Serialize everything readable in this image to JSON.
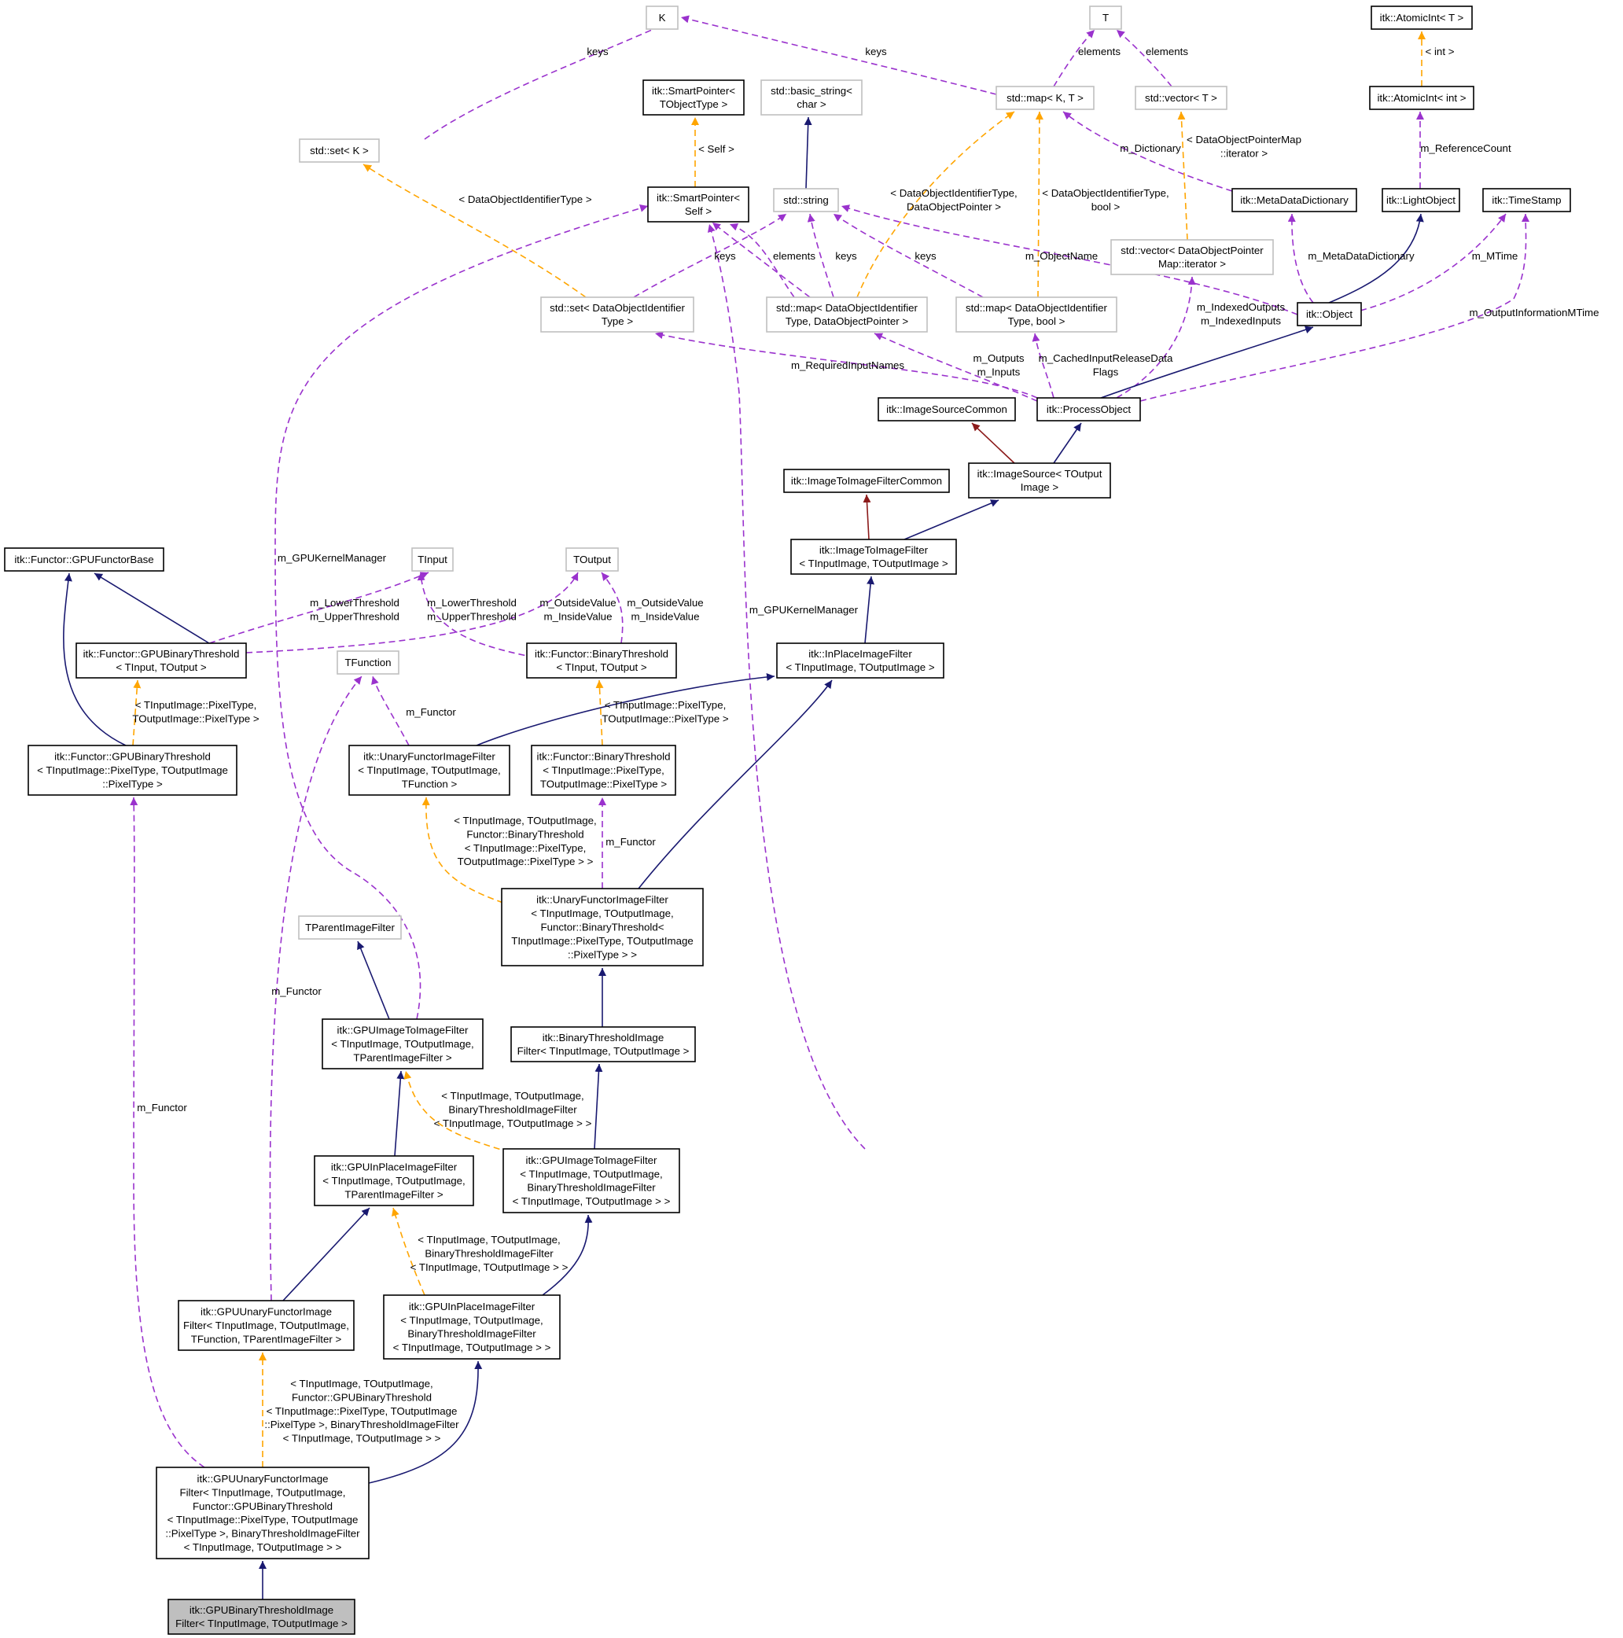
{
  "diagram": {
    "colors": {
      "inheritance": "#191970",
      "usage": "#9a32cd",
      "template": "#ffa500",
      "protected_inheritance": "#8b1a1a",
      "documented_border": "#000000",
      "undocumented_border": "#bfbfbf",
      "focus_fill": "#bfbfbf"
    },
    "nodes": [
      {
        "id": "K",
        "lines": [
          "K"
        ],
        "documented": false
      },
      {
        "id": "T",
        "lines": [
          "T"
        ],
        "documented": false
      },
      {
        "id": "AtomicIntT",
        "lines": [
          "itk::AtomicInt< T >"
        ],
        "documented": true
      },
      {
        "id": "SmartPointerTObj",
        "lines": [
          "itk::SmartPointer<",
          "TObjectType >"
        ],
        "documented": true
      },
      {
        "id": "basicString",
        "lines": [
          "std::basic_string<",
          "char >"
        ],
        "documented": false
      },
      {
        "id": "mapKT",
        "lines": [
          "std::map< K, T >"
        ],
        "documented": false
      },
      {
        "id": "vectorT",
        "lines": [
          "std::vector< T >"
        ],
        "documented": false
      },
      {
        "id": "AtomicIntInt",
        "lines": [
          "itk::AtomicInt< int >"
        ],
        "documented": true
      },
      {
        "id": "setK",
        "lines": [
          "std::set< K >"
        ],
        "documented": false
      },
      {
        "id": "SmartPointerSelf",
        "lines": [
          "itk::SmartPointer<",
          "Self >"
        ],
        "documented": true
      },
      {
        "id": "stdString",
        "lines": [
          "std::string"
        ],
        "documented": false
      },
      {
        "id": "MetaDataDictionary",
        "lines": [
          "itk::MetaDataDictionary"
        ],
        "documented": true
      },
      {
        "id": "LightObject",
        "lines": [
          "itk::LightObject"
        ],
        "documented": true
      },
      {
        "id": "TimeStamp",
        "lines": [
          "itk::TimeStamp"
        ],
        "documented": true
      },
      {
        "id": "vectorDOPM",
        "lines": [
          "std::vector< DataObjectPointer",
          "Map::iterator >"
        ],
        "documented": false
      },
      {
        "id": "setDOIT",
        "lines": [
          "std::set< DataObjectIdentifier",
          "Type >"
        ],
        "documented": false
      },
      {
        "id": "mapDOIT_DOP",
        "lines": [
          "std::map< DataObjectIdentifier",
          "Type, DataObjectPointer >"
        ],
        "documented": false
      },
      {
        "id": "mapDOIT_bool",
        "lines": [
          "std::map< DataObjectIdentifier",
          "Type, bool >"
        ],
        "documented": false
      },
      {
        "id": "Object",
        "lines": [
          "itk::Object"
        ],
        "documented": true
      },
      {
        "id": "ImageSourceCommon",
        "lines": [
          "itk::ImageSourceCommon"
        ],
        "documented": true
      },
      {
        "id": "ProcessObject",
        "lines": [
          "itk::ProcessObject"
        ],
        "documented": true
      },
      {
        "id": "ImageToImageFilterCommon",
        "lines": [
          "itk::ImageToImageFilterCommon"
        ],
        "documented": true
      },
      {
        "id": "ImageSource",
        "lines": [
          "itk::ImageSource< TOutput",
          "Image >"
        ],
        "documented": true
      },
      {
        "id": "GPUFunctorBase",
        "lines": [
          "itk::Functor::GPUFunctorBase"
        ],
        "documented": true
      },
      {
        "id": "TInput",
        "lines": [
          "TInput"
        ],
        "documented": false
      },
      {
        "id": "TOutput",
        "lines": [
          "TOutput"
        ],
        "documented": false
      },
      {
        "id": "ImageToImageFilter",
        "lines": [
          "itk::ImageToImageFilter",
          "< TInputImage, TOutputImage >"
        ],
        "documented": true
      },
      {
        "id": "GPUBinaryThreshold",
        "lines": [
          "itk::Functor::GPUBinaryThreshold",
          "< TInput, TOutput >"
        ],
        "documented": true
      },
      {
        "id": "BinaryThreshold",
        "lines": [
          "itk::Functor::BinaryThreshold",
          "< TInput, TOutput >"
        ],
        "documented": true
      },
      {
        "id": "InPlaceImageFilter",
        "lines": [
          "itk::InPlaceImageFilter",
          "< TInputImage, TOutputImage >"
        ],
        "documented": true
      },
      {
        "id": "TFunction",
        "lines": [
          "TFunction"
        ],
        "documented": false
      },
      {
        "id": "GPUBinaryThresholdPix",
        "lines": [
          "itk::Functor::GPUBinaryThreshold",
          "< TInputImage::PixelType, TOutputImage",
          "::PixelType >"
        ],
        "documented": true
      },
      {
        "id": "UnaryFunctorImageFilter",
        "lines": [
          "itk::UnaryFunctorImageFilter",
          "< TInputImage, TOutputImage,",
          "TFunction >"
        ],
        "documented": true
      },
      {
        "id": "BinaryThresholdPix",
        "lines": [
          "itk::Functor::BinaryThreshold",
          "< TInputImage::PixelType,",
          "TOutputImage::PixelType >"
        ],
        "documented": true
      },
      {
        "id": "UnaryFunctorImageFilterBT",
        "lines": [
          "itk::UnaryFunctorImageFilter",
          "< TInputImage, TOutputImage,",
          "Functor::BinaryThreshold<",
          "TInputImage::PixelType, TOutputImage",
          "::PixelType > >"
        ],
        "documented": true
      },
      {
        "id": "TParentImageFilter",
        "lines": [
          "TParentImageFilter"
        ],
        "documented": false
      },
      {
        "id": "GPUImageToImageFilter",
        "lines": [
          "itk::GPUImageToImageFilter",
          "< TInputImage, TOutputImage,",
          "TParentImageFilter >"
        ],
        "documented": true
      },
      {
        "id": "BinaryThresholdImageFilter",
        "lines": [
          "itk::BinaryThresholdImage",
          "Filter< TInputImage, TOutputImage >"
        ],
        "documented": true
      },
      {
        "id": "GPUImageToImageFilterBT",
        "lines": [
          "itk::GPUImageToImageFilter",
          "< TInputImage, TOutputImage,",
          "BinaryThresholdImageFilter",
          "< TInputImage, TOutputImage > >"
        ],
        "documented": true
      },
      {
        "id": "GPUInPlaceImageFilter",
        "lines": [
          "itk::GPUInPlaceImageFilter",
          "< TInputImage, TOutputImage,",
          "TParentImageFilter >"
        ],
        "documented": true
      },
      {
        "id": "GPUInPlaceImageFilterBT",
        "lines": [
          "itk::GPUInPlaceImageFilter",
          "< TInputImage, TOutputImage,",
          "BinaryThresholdImageFilter",
          "< TInputImage, TOutputImage > >"
        ],
        "documented": true
      },
      {
        "id": "GPUUnaryFunctorImageFilter",
        "lines": [
          "itk::GPUUnaryFunctorImage",
          "Filter< TInputImage, TOutputImage,",
          "TFunction, TParentImageFilter >"
        ],
        "documented": true
      },
      {
        "id": "GPUUnaryFunctorImageFilterBT",
        "lines": [
          "itk::GPUUnaryFunctorImage",
          "Filter< TInputImage, TOutputImage,",
          "Functor::GPUBinaryThreshold",
          "< TInputImage::PixelType, TOutputImage",
          "::PixelType >, BinaryThresholdImageFilter",
          "< TInputImage, TOutputImage > >"
        ],
        "documented": true
      },
      {
        "id": "GPUBinaryThresholdImageFilter",
        "lines": [
          "itk::GPUBinaryThresholdImage",
          "Filter< TInputImage, TOutputImage >"
        ],
        "documented": true,
        "focus": true
      }
    ],
    "edge_labels": [
      {
        "id": "lbl_keys_setK",
        "lines": [
          "keys"
        ]
      },
      {
        "id": "lbl_keys_mapKT",
        "lines": [
          "keys"
        ]
      },
      {
        "id": "lbl_elements_mapKT",
        "lines": [
          "elements"
        ]
      },
      {
        "id": "lbl_elements_vectorT",
        "lines": [
          "elements"
        ]
      },
      {
        "id": "lbl_int",
        "lines": [
          "< int >"
        ]
      },
      {
        "id": "lbl_self",
        "lines": [
          "< Self >"
        ]
      },
      {
        "id": "lbl_mdictionary",
        "lines": [
          "m_Dictionary"
        ]
      },
      {
        "id": "lbl_dopm_iter",
        "lines": [
          "< DataObjectPointerMap",
          "::iterator >"
        ]
      },
      {
        "id": "lbl_refcount",
        "lines": [
          "m_ReferenceCount"
        ]
      },
      {
        "id": "lbl_doit",
        "lines": [
          "< DataObjectIdentifierType >"
        ]
      },
      {
        "id": "lbl_doit_dop",
        "lines": [
          "< DataObjectIdentifierType,",
          "DataObjectPointer >"
        ]
      },
      {
        "id": "lbl_doit_bool",
        "lines": [
          "< DataObjectIdentifierType,",
          "bool >"
        ]
      },
      {
        "id": "lbl_keys_a",
        "lines": [
          "keys"
        ]
      },
      {
        "id": "lbl_elements_b",
        "lines": [
          "elements"
        ]
      },
      {
        "id": "lbl_keys_b",
        "lines": [
          "keys"
        ]
      },
      {
        "id": "lbl_keys_c",
        "lines": [
          "keys"
        ]
      },
      {
        "id": "lbl_objectname",
        "lines": [
          "m_ObjectName"
        ]
      },
      {
        "id": "lbl_metadatadict",
        "lines": [
          "m_MetaDataDictionary"
        ]
      },
      {
        "id": "lbl_mtime",
        "lines": [
          "m_MTime"
        ]
      },
      {
        "id": "lbl_indexed",
        "lines": [
          "m_IndexedOutputs",
          "m_IndexedInputs"
        ]
      },
      {
        "id": "lbl_outinfomtime",
        "lines": [
          "m_OutputInformationMTime"
        ]
      },
      {
        "id": "lbl_reqinputnames",
        "lines": [
          "m_RequiredInputNames"
        ]
      },
      {
        "id": "lbl_outputs_inputs",
        "lines": [
          "m_Outputs",
          "m_Inputs"
        ]
      },
      {
        "id": "lbl_cached",
        "lines": [
          "m_CachedInputReleaseData",
          "Flags"
        ]
      },
      {
        "id": "lbl_gpukernel_left",
        "lines": [
          "m_GPUKernelManager"
        ]
      },
      {
        "id": "lbl_gpukernel_right",
        "lines": [
          "m_GPUKernelManager"
        ]
      },
      {
        "id": "lbl_thresh_gpu",
        "lines": [
          "m_LowerThreshold",
          "m_UpperThreshold"
        ]
      },
      {
        "id": "lbl_thresh_bt",
        "lines": [
          "m_LowerThreshold",
          "m_UpperThreshold"
        ]
      },
      {
        "id": "lbl_outin_gpu",
        "lines": [
          "m_OutsideValue",
          "m_InsideValue"
        ]
      },
      {
        "id": "lbl_outin_bt",
        "lines": [
          "m_OutsideValue",
          "m_InsideValue"
        ]
      },
      {
        "id": "lbl_pixtypes_gpu",
        "lines": [
          "< TInputImage::PixelType,",
          "TOutputImage::PixelType >"
        ]
      },
      {
        "id": "lbl_functor_ufif",
        "lines": [
          "m_Functor"
        ]
      },
      {
        "id": "lbl_pixtypes_bt",
        "lines": [
          "< TInputImage::PixelType,",
          "TOutputImage::PixelType >"
        ]
      },
      {
        "id": "lbl_ufif_bt_tmpl",
        "lines": [
          "< TInputImage, TOutputImage,",
          "Functor::BinaryThreshold",
          "< TInputImage::PixelType,",
          "TOutputImage::PixelType > >"
        ]
      },
      {
        "id": "lbl_functor_btpix",
        "lines": [
          "m_Functor"
        ]
      },
      {
        "id": "lbl_functor_gpuunary",
        "lines": [
          "m_Functor"
        ]
      },
      {
        "id": "lbl_functor_left",
        "lines": [
          "m_Functor"
        ]
      },
      {
        "id": "lbl_gpuitif_bt_tmpl",
        "lines": [
          "< TInputImage, TOutputImage,",
          "BinaryThresholdImageFilter",
          "< TInputImage, TOutputImage > >"
        ]
      },
      {
        "id": "lbl_gpuipif_bt_tmpl",
        "lines": [
          "< TInputImage, TOutputImage,",
          "BinaryThresholdImageFilter",
          "< TInputImage, TOutputImage > >"
        ]
      },
      {
        "id": "lbl_gpuunary_bt_tmpl",
        "lines": [
          "< TInputImage, TOutputImage,",
          "Functor::GPUBinaryThreshold",
          "< TInputImage::PixelType, TOutputImage",
          "::PixelType >, BinaryThresholdImageFilter",
          "< TInputImage, TOutputImage > >"
        ]
      }
    ]
  }
}
